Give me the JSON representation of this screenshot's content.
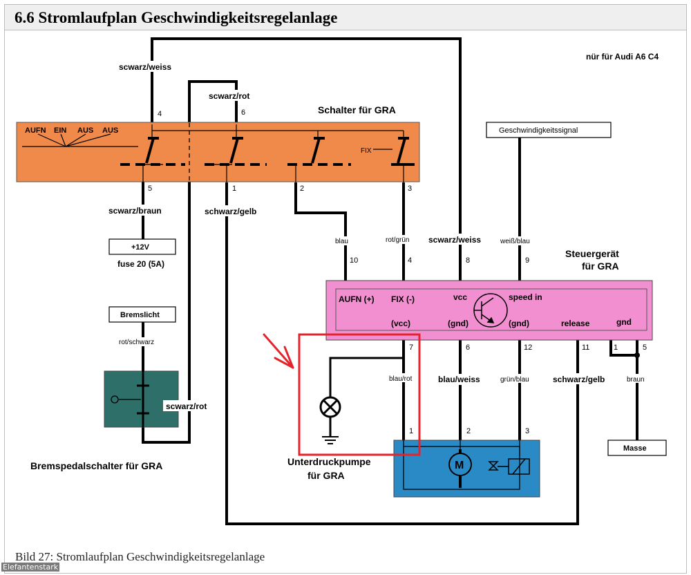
{
  "header": {
    "title": "6.6 Stromlaufplan Geschwindigkeitsregelanlage"
  },
  "note": "nür für Audi A6 C4",
  "caption": "Bild 27: Stromlaufplan Geschwindigkeitsregelanlage",
  "watermark": "Elefantenstark",
  "colors": {
    "switch": "#f08a4b",
    "steuergeraet": "#f28fd0",
    "pumpe": "#2a8ac6",
    "bremsschalter": "#2f6f6a",
    "highlight": "#e4232b"
  },
  "schalter": {
    "title": "Schalter für GRA",
    "pos_labels": [
      "AUFN",
      "EIN",
      "AUS",
      "AUS"
    ],
    "fix": "FIX",
    "pins": [
      "4",
      "6",
      "5",
      "1",
      "2",
      "3"
    ]
  },
  "wires": {
    "w4": "scwarz/weiss",
    "w6": "scwarz/rot",
    "w5": "scwarz/braun",
    "w1": "schwarz/gelb",
    "blau": "blau",
    "rotgruen": "rot/grün",
    "vcc": "scwarz/weiss",
    "speed": "weiß/blau",
    "rotschwarz": "rot/schwarz",
    "bremse_rot": "scwarz/rot",
    "blaurot": "blau/rot",
    "blauweiss": "blau/weiss",
    "gruenblau": "grün/blau",
    "schwarzgelb": "schwarz/gelb",
    "braun": "braun"
  },
  "supply": {
    "label": "+12V",
    "fuse": "fuse 20 (5A)"
  },
  "bremslicht": "Bremslicht",
  "bremsschalter": "Bremspedalschalter für GRA",
  "speed_signal": "Geschwindigkeitssignal",
  "steuergeraet": {
    "title_line1": "Steuergerät",
    "title_line2": "für GRA",
    "in_labels": [
      "AUFN (+)",
      "FIX (-)",
      "vcc",
      "speed in"
    ],
    "out_labels": [
      "(vcc)",
      "(gnd)",
      "(gnd)",
      "release",
      "gnd"
    ],
    "top_pins": [
      "10",
      "4",
      "8",
      "9"
    ],
    "bottom_pins": [
      "7",
      "6",
      "12",
      "11",
      "1",
      "5"
    ]
  },
  "pumpe": {
    "title_line1": "Unterdruckpumpe",
    "title_line2": "für GRA",
    "pins": [
      "1",
      "2",
      "3"
    ],
    "motor": "M"
  },
  "masse": "Masse"
}
